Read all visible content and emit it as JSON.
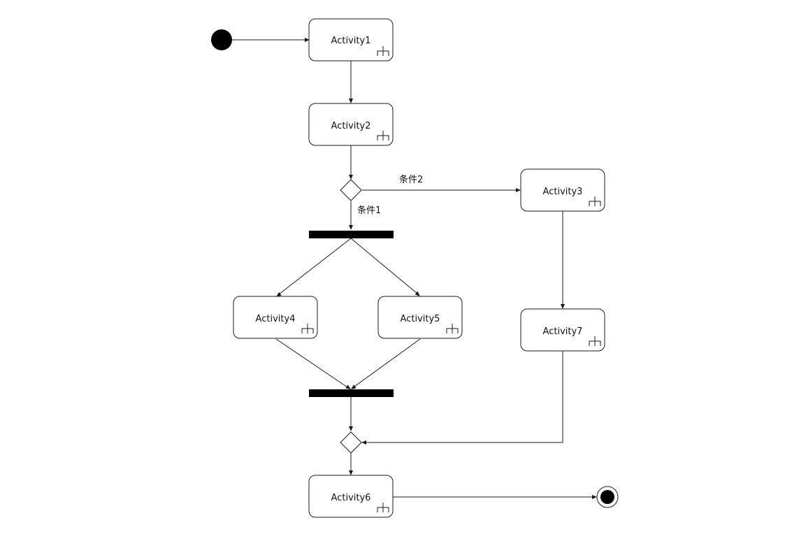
{
  "diagram": {
    "type": "uml-activity",
    "activities": [
      {
        "id": "a1",
        "label": "Activity1"
      },
      {
        "id": "a2",
        "label": "Activity2"
      },
      {
        "id": "a3",
        "label": "Activity3"
      },
      {
        "id": "a4",
        "label": "Activity4"
      },
      {
        "id": "a5",
        "label": "Activity5"
      },
      {
        "id": "a6",
        "label": "Activity6"
      },
      {
        "id": "a7",
        "label": "Activity7"
      }
    ],
    "guards": [
      {
        "id": "g1",
        "label": "条件1"
      },
      {
        "id": "g2",
        "label": "条件2"
      }
    ],
    "edges": [
      {
        "from": "start",
        "to": "a1"
      },
      {
        "from": "a1",
        "to": "a2"
      },
      {
        "from": "a2",
        "to": "decision"
      },
      {
        "from": "decision",
        "to": "fork",
        "guard": "条件1"
      },
      {
        "from": "decision",
        "to": "a3",
        "guard": "条件2"
      },
      {
        "from": "fork",
        "to": "a4"
      },
      {
        "from": "fork",
        "to": "a5"
      },
      {
        "from": "a4",
        "to": "join"
      },
      {
        "from": "a5",
        "to": "join"
      },
      {
        "from": "join",
        "to": "merge"
      },
      {
        "from": "a3",
        "to": "a7"
      },
      {
        "from": "a7",
        "to": "merge"
      },
      {
        "from": "merge",
        "to": "a6"
      },
      {
        "from": "a6",
        "to": "end"
      }
    ]
  }
}
